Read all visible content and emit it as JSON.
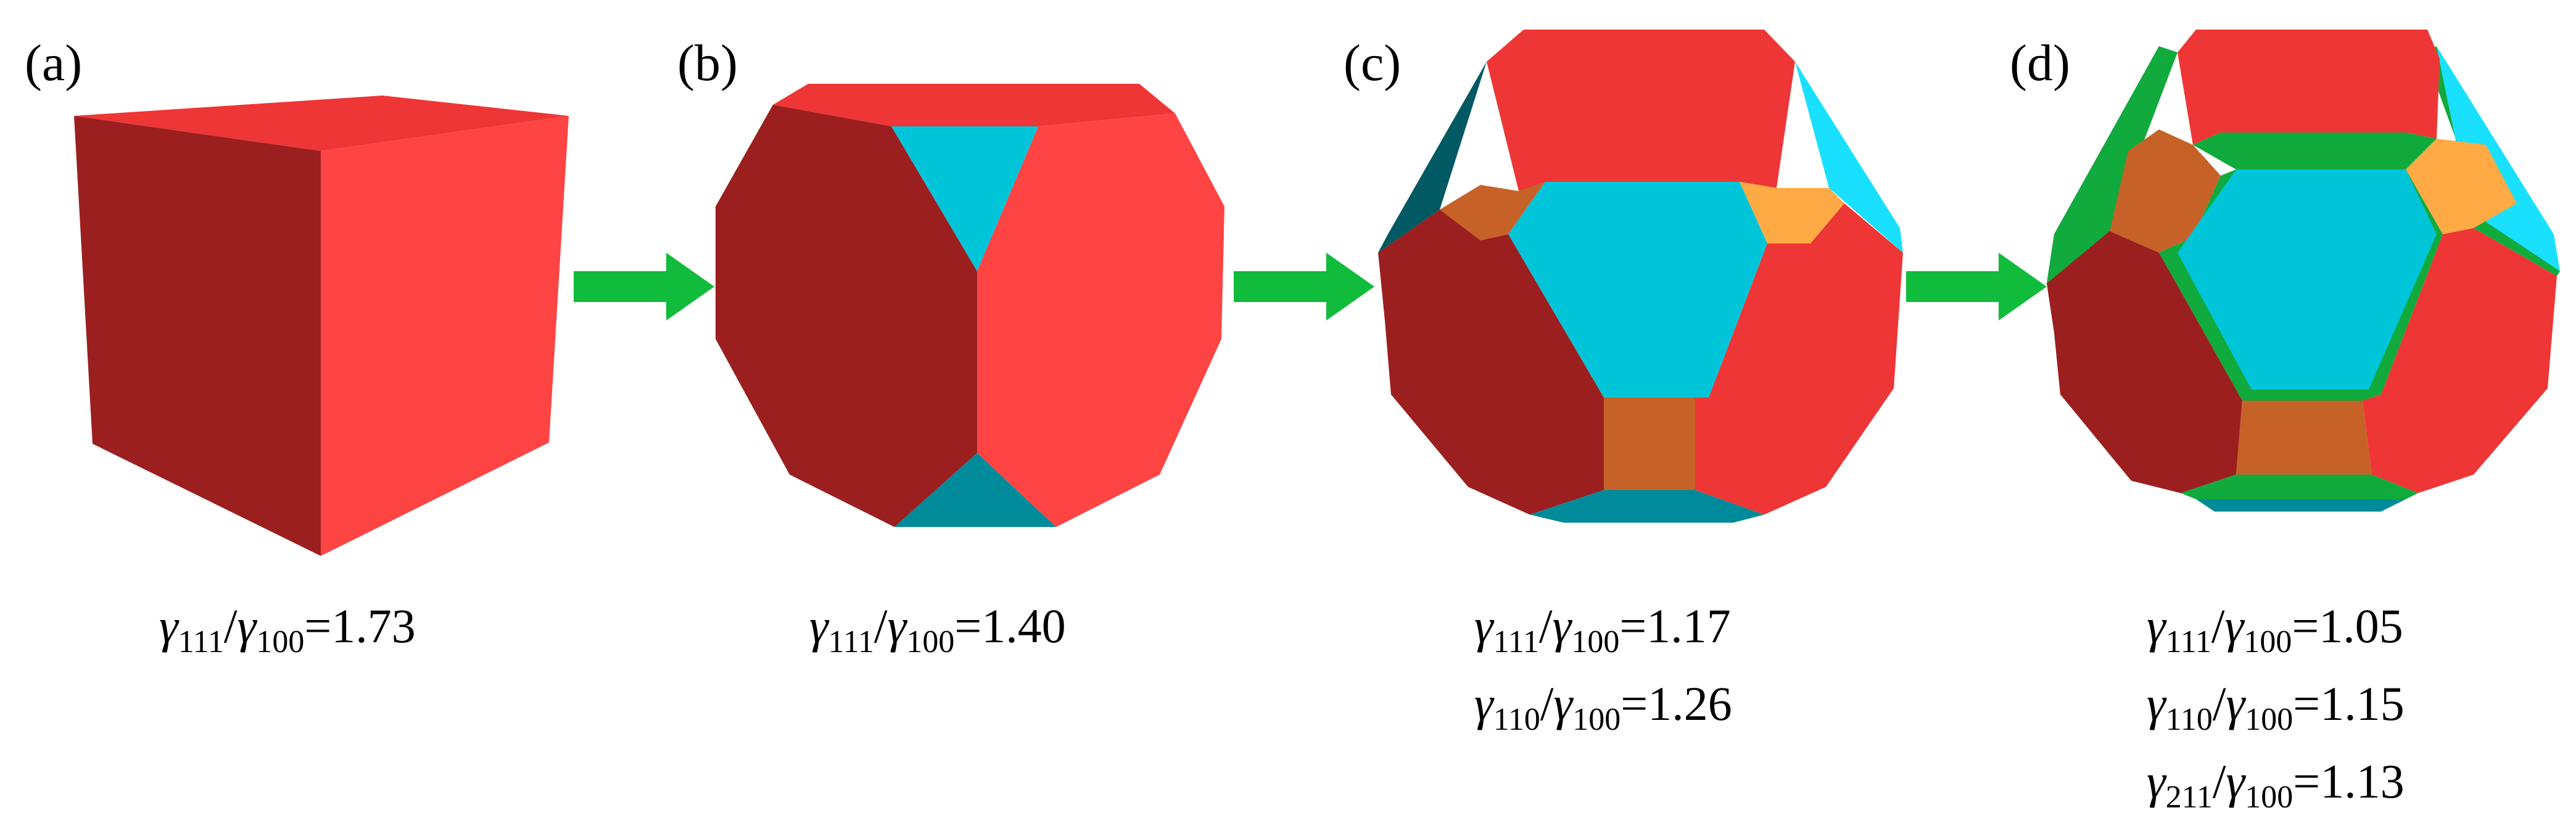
{
  "figure": {
    "panels": [
      {
        "label": "(a)",
        "shape": "cube",
        "ratios": [
          {
            "gamma": "γ",
            "hkl": "111",
            "ref": "100",
            "value": "=1.73"
          }
        ]
      },
      {
        "label": "(b)",
        "shape": "truncated cube with {111} facets",
        "ratios": [
          {
            "gamma": "γ",
            "hkl": "111",
            "ref": "100",
            "value": "=1.40"
          }
        ]
      },
      {
        "label": "(c)",
        "shape": "polyhedron with {100}, {111} and {110} facets",
        "ratios": [
          {
            "gamma": "γ",
            "hkl": "111",
            "ref": "100",
            "value": "=1.17"
          },
          {
            "gamma": "γ",
            "hkl": "110",
            "ref": "100",
            "value": "=1.26"
          }
        ]
      },
      {
        "label": "(d)",
        "shape": "polyhedron with {100}, {111}, {110} and {211} facets",
        "ratios": [
          {
            "gamma": "γ",
            "hkl": "111",
            "ref": "100",
            "value": "=1.05"
          },
          {
            "gamma": "γ",
            "hkl": "110",
            "ref": "100",
            "value": "=1.15"
          },
          {
            "gamma": "γ",
            "hkl": "211",
            "ref": "100",
            "value": "=1.13"
          }
        ]
      }
    ],
    "arrows": [
      "a-to-b",
      "b-to-c",
      "c-to-d"
    ],
    "colors": {
      "facet_100_light": "#ff4444",
      "facet_100_mid": "#ee3636",
      "facet_100_dark": "#9b1f1f",
      "facet_111_light": "#00c5d9",
      "facet_111_dark": "#008b9a",
      "facet_111_bright": "#1ae0ff",
      "facet_111_deep": "#005963",
      "facet_110_light": "#ffaa44",
      "facet_110_dark": "#c66228",
      "facet_211": "#11aa3c",
      "facet_211_dark": "#0a7a28",
      "arrow": "#11bb3c"
    }
  }
}
